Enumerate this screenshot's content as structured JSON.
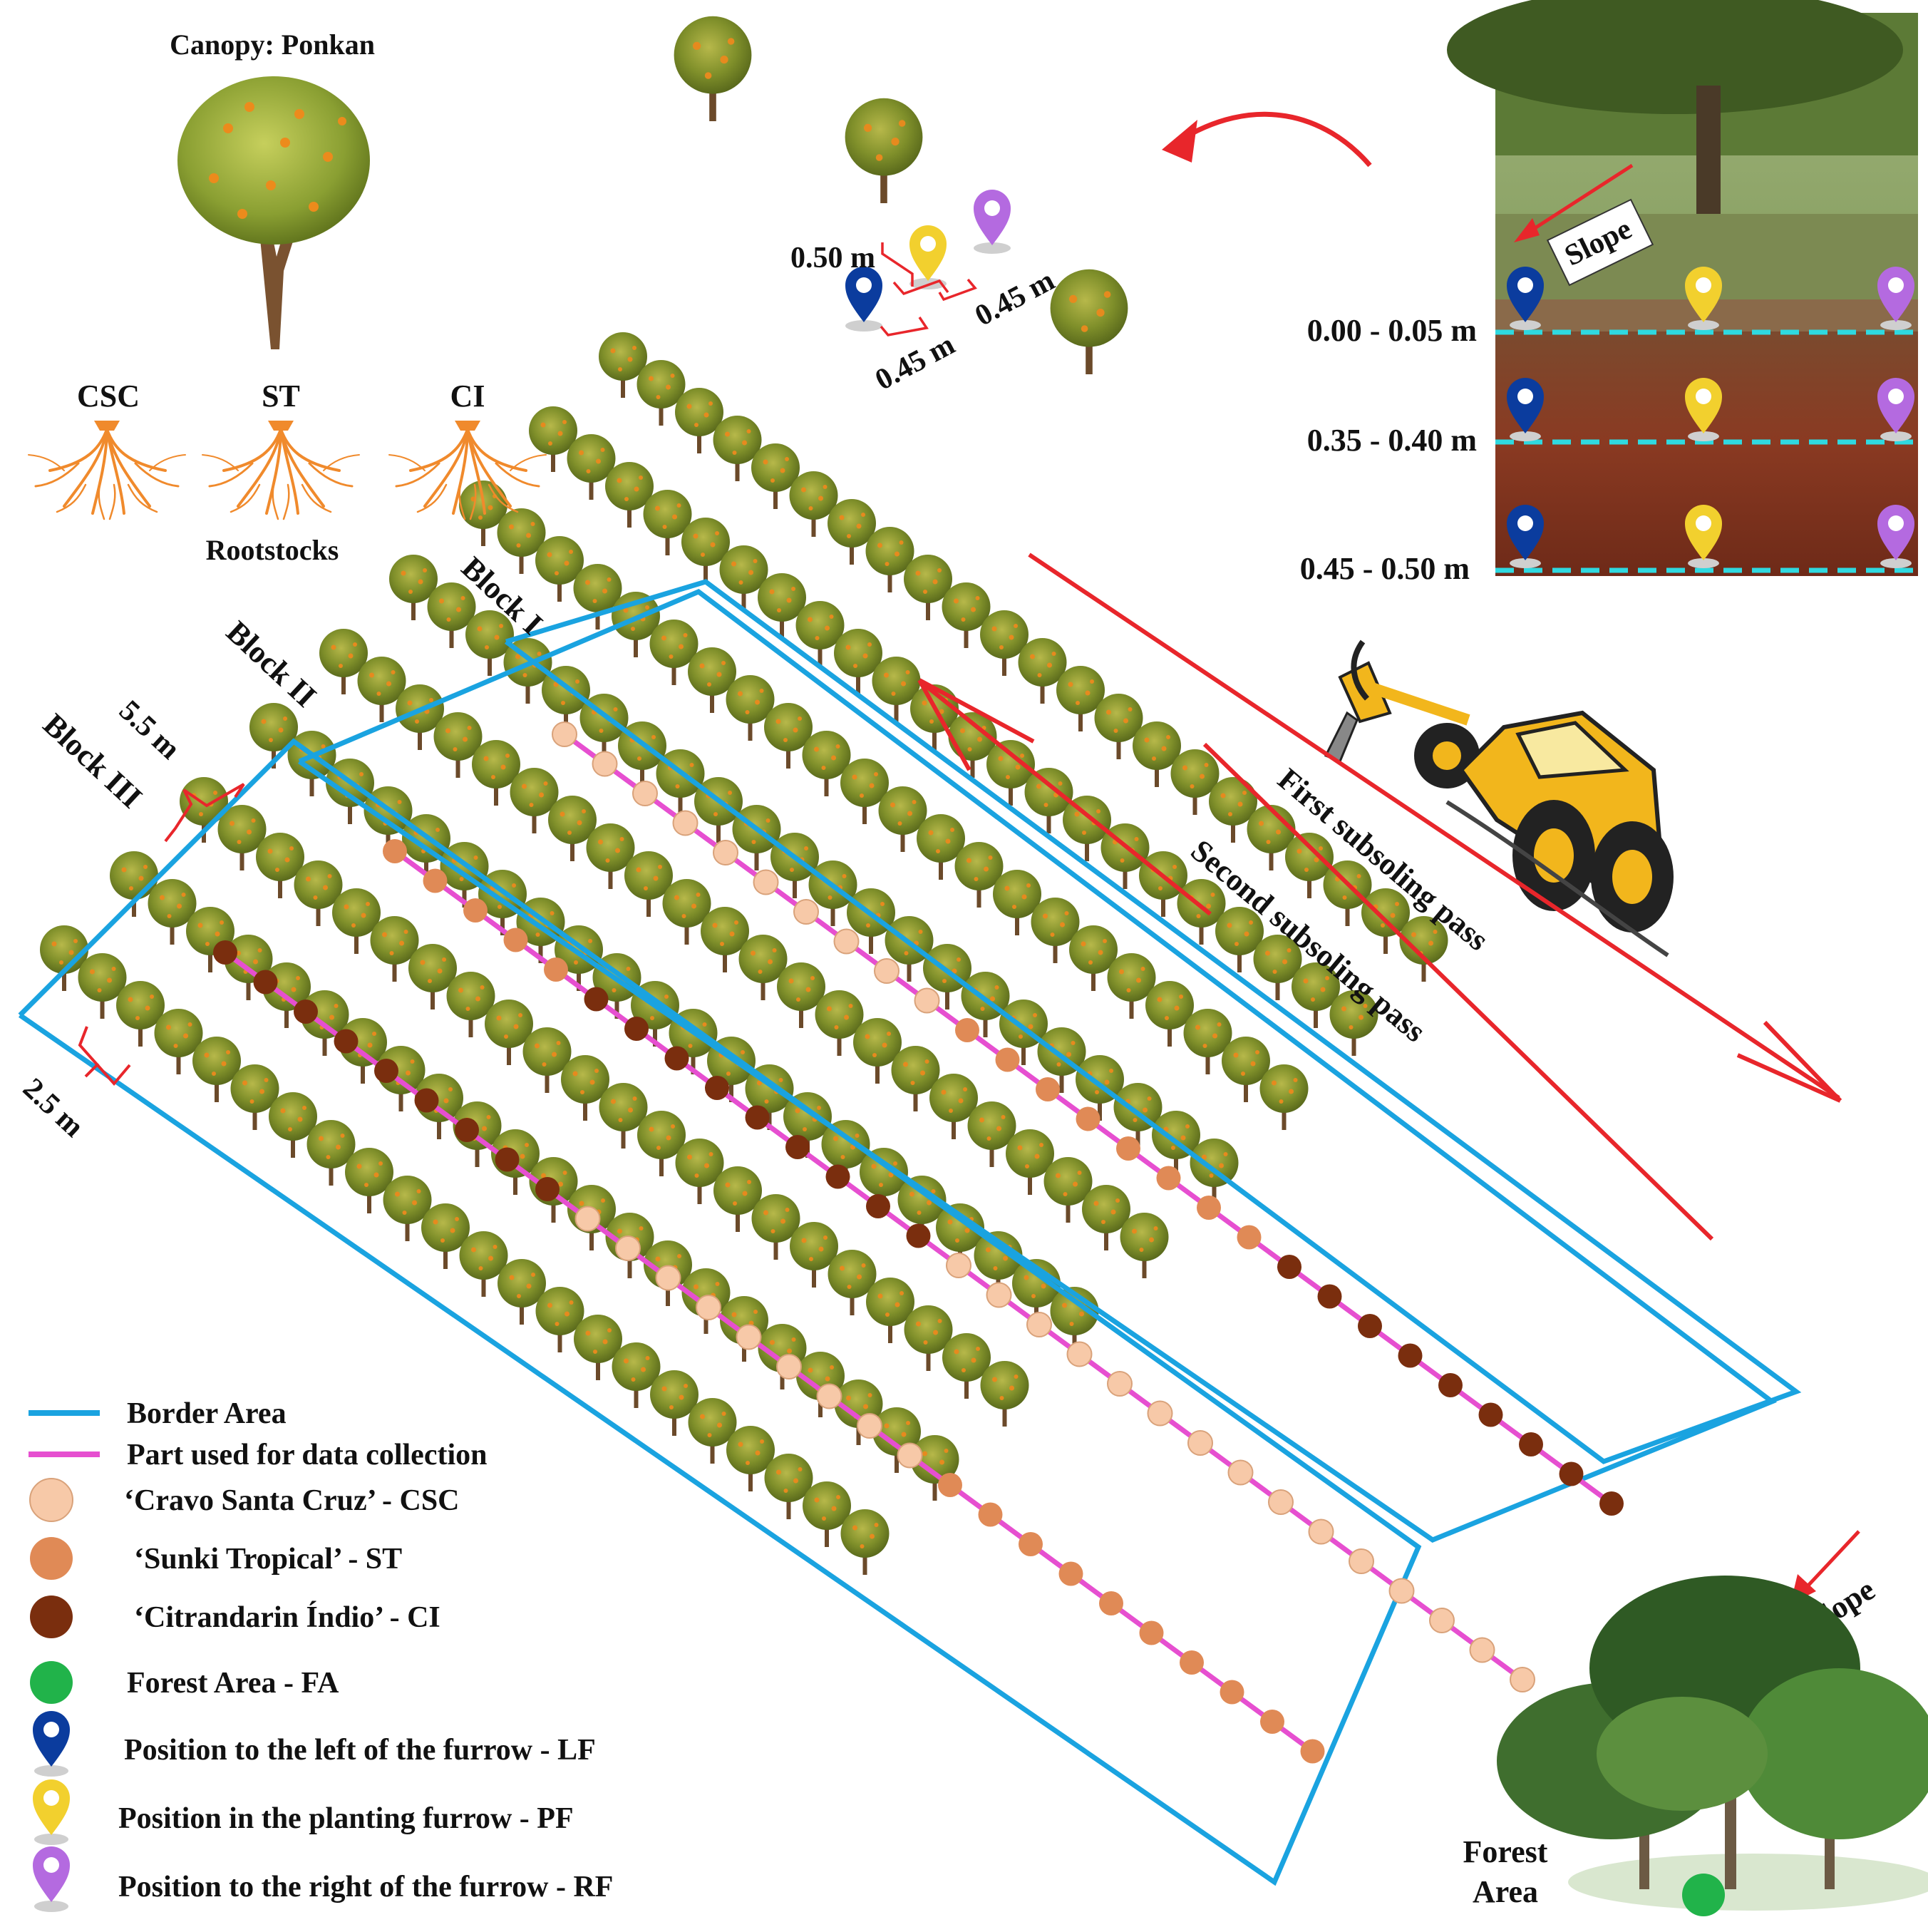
{
  "canopy": {
    "title": "Canopy: Ponkan"
  },
  "rootstocks": {
    "labels": [
      "CSC",
      "ST",
      "CI"
    ],
    "caption": "Rootstocks"
  },
  "spacing": {
    "between_points_a": "0.50 m",
    "between_points_b": "0.45 m",
    "between_points_c": "0.45 m",
    "row_spacing": "5.5 m",
    "plant_spacing": "2.5 m"
  },
  "photo": {
    "slope_label": "Slope",
    "depths": [
      "0.00 - 0.05 m",
      "0.35 - 0.40 m",
      "0.45 - 0.50 m"
    ]
  },
  "blocks": [
    "Block I",
    "Block II",
    "Block III"
  ],
  "passes": {
    "first": "First subsoling pass",
    "second": "Second subsoling pass"
  },
  "slope_bottom": "Slope",
  "forest": {
    "line1": "Forest",
    "line2": "Area"
  },
  "legend": [
    {
      "key": "border",
      "label": "Border Area"
    },
    {
      "key": "collection",
      "label": "Part used for data collection"
    },
    {
      "key": "csc",
      "label": "‘Cravo Santa Cruz’ - CSC"
    },
    {
      "key": "st",
      "label": "‘Sunki Tropical’ - ST"
    },
    {
      "key": "ci",
      "label": "‘Citrandarin Índio’ - CI"
    },
    {
      "key": "fa",
      "label": "Forest Area - FA"
    },
    {
      "key": "lf",
      "label": "Position to the left of the furrow - LF"
    },
    {
      "key": "pf",
      "label": "Position in the planting furrow - PF"
    },
    {
      "key": "rf",
      "label": "Position to the right of the furrow - RF"
    }
  ],
  "colors": {
    "border": "#1aa3e0",
    "collection": "#e64fd0",
    "csc": "#f7c9a8",
    "st": "#e08a56",
    "ci": "#7a2e0e",
    "fa": "#21b34a",
    "lf": "#0b3c9e",
    "pf": "#f2d02e",
    "rf": "#b46ae0",
    "arrow": "#e8262b",
    "depth_line": "#2fd9e0"
  }
}
